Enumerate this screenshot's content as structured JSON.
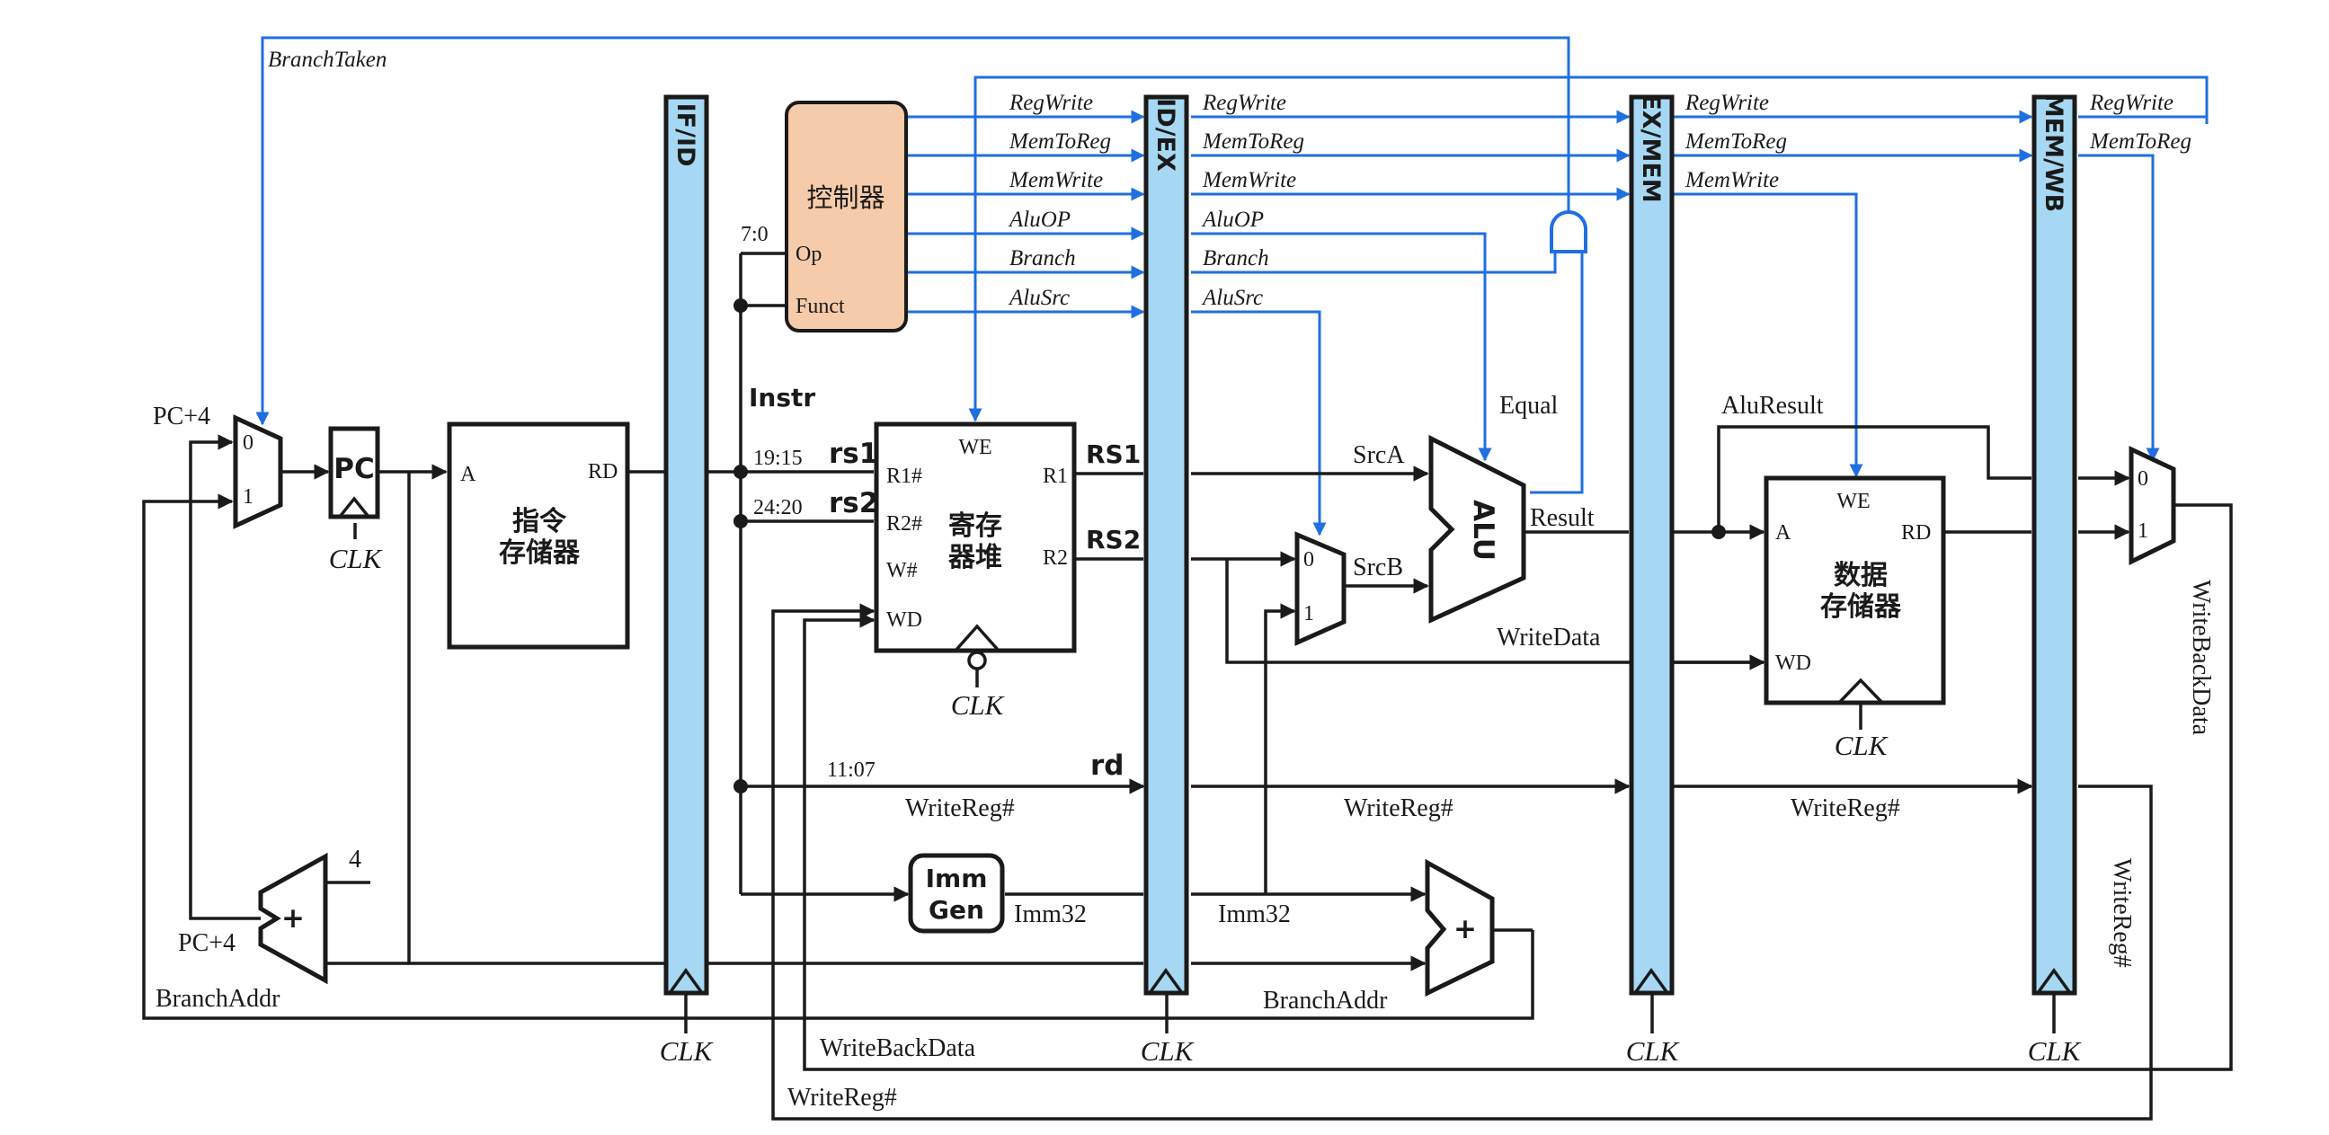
{
  "pipeline_registers": [
    "IF/ID",
    "ID/EX",
    "EX/MEM",
    "MEM/WB"
  ],
  "blocks": {
    "pc": "PC",
    "instr_mem": [
      "指令",
      "存储器"
    ],
    "instr_mem_a": "A",
    "instr_mem_rd": "RD",
    "controller": "控制器",
    "controller_op": "Op",
    "controller_funct": "Funct",
    "regfile": [
      "寄存",
      "器堆"
    ],
    "regfile_ports": {
      "we": "WE",
      "r1n": "R1#",
      "r2n": "R2#",
      "wn": "W#",
      "wd": "WD",
      "r1": "R1",
      "r2": "R2"
    },
    "immgen": [
      "Imm",
      "Gen"
    ],
    "alu": "ALU",
    "datamem": [
      "数据",
      "存储器"
    ],
    "datamem_ports": {
      "we": "WE",
      "a": "A",
      "rd": "RD",
      "wd": "WD"
    },
    "adder_sign": "+",
    "mux_0": "0",
    "mux_1": "1"
  },
  "control_signals": {
    "regwrite": "RegWrite",
    "memtoreg": "MemToReg",
    "memwrite": "MemWrite",
    "aluop": "AluOP",
    "branch": "Branch",
    "alusrc": "AluSrc",
    "branch_taken": "BranchTaken"
  },
  "wire_labels": {
    "pc4_top": "PC+4",
    "pc4_bottom": "PC+4",
    "four": "4",
    "branch_addr_left": "BranchAddr",
    "branch_addr_right": "BranchAddr",
    "bits_7_0": "7:0",
    "instr": "Instr",
    "bits_19_15": "19:15",
    "bits_24_20": "24:20",
    "bits_11_07": "11:07",
    "rs1": "rs1",
    "rs2": "rs2",
    "rd": "rd",
    "RS1": "RS1",
    "RS2": "RS2",
    "srca": "SrcA",
    "srcb": "SrcB",
    "equal": "Equal",
    "result": "Result",
    "aluresult": "AluResult",
    "writedata": "WriteData",
    "writereg_1": "WriteReg#",
    "writereg_2": "WriteReg#",
    "writereg_3": "WriteReg#",
    "writereg_side": "WriteReg#",
    "writereg_bottom": "WriteReg#",
    "writebackdata_side": "WriteBackData",
    "writebackdata_bottom": "WriteBackData",
    "imm32_1": "Imm32",
    "imm32_2": "Imm32",
    "clk": "CLK"
  },
  "colors": {
    "pipeline_register": "#a6d8f3",
    "controller": "#f6cba9",
    "control_wire": "#1f6fe0",
    "data_wire": "#1a1a1a"
  }
}
